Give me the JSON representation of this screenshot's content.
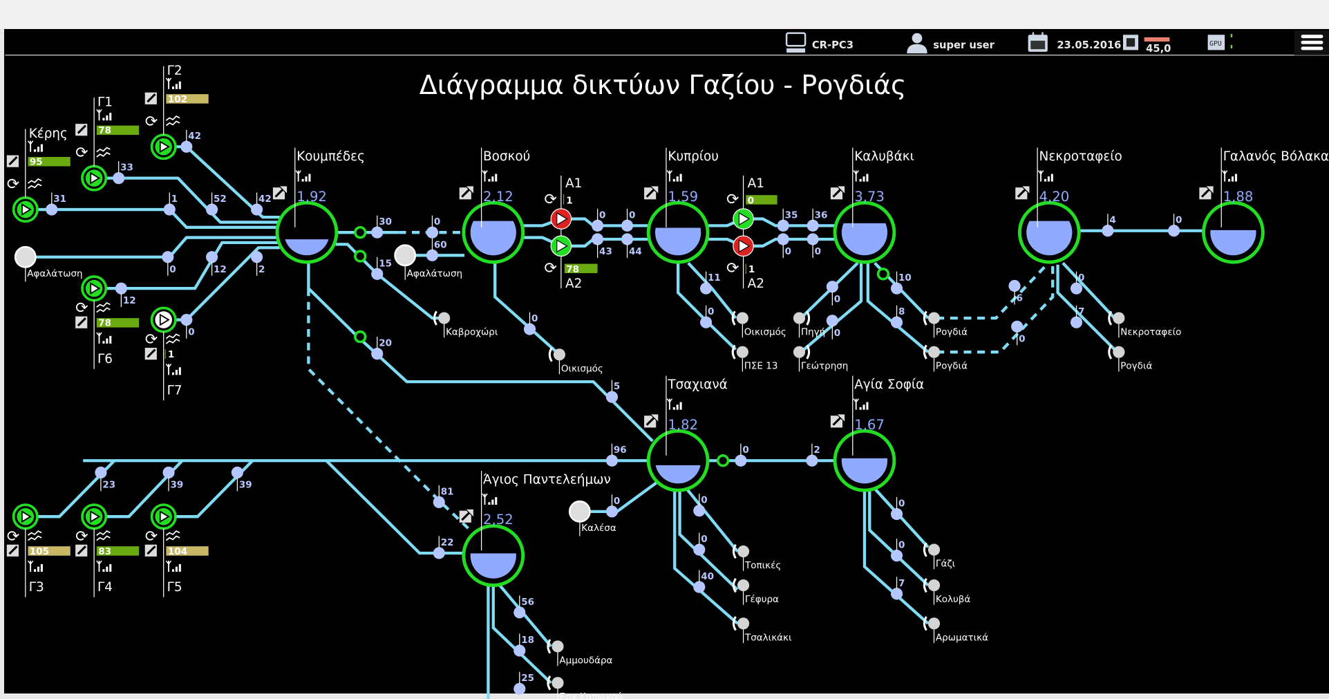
{
  "header": {
    "computer": "CR-PC3",
    "user": "super user",
    "date": "23.05.2016",
    "cpu_value": "45,0",
    "cpu_load": 0.85,
    "gpu_label": "GPU",
    "icons": [
      "computer-icon",
      "user-icon",
      "calendar-icon",
      "cpu-icon",
      "gpu-icon",
      "hamburger-menu-icon"
    ]
  },
  "title": "Διάγραμμα δικτύων Γαζίου - Ρογδιάς",
  "colors": {
    "pipe": "#7fdcf4",
    "tank_ok": "#22dd22",
    "water": "#8faaff",
    "bar_green": "#6aaa10",
    "bar_khaki": "#c8b866",
    "pump_on": "#22dd22",
    "pump_off": "#dd2222"
  },
  "tanks": [
    {
      "name": "Κουμπέδες",
      "level": "1,92",
      "fill": 0.35
    },
    {
      "name": "Βοσκού",
      "level": "2,12",
      "fill": 0.75
    },
    {
      "name": "Κυπρίου",
      "level": "1,59",
      "fill": 0.6
    },
    {
      "name": "Καλυβάκι",
      "level": "3,73",
      "fill": 0.7
    },
    {
      "name": "Νεκροταφείο",
      "level": "4,20",
      "fill": 0.75
    },
    {
      "name": "Γαλανός Βόλακας",
      "level": "1,88",
      "fill": 0.55
    },
    {
      "name": "Τσαχιανά",
      "level": "1,82",
      "fill": 0.4
    },
    {
      "name": "Αγία Σοφία",
      "level": "1,67",
      "fill": 0.55
    },
    {
      "name": "Άγιος Παντελεήμων",
      "level": "2,52",
      "fill": 0.55
    }
  ],
  "wells": [
    {
      "name": "Κέρης",
      "value": "95",
      "bar": "green",
      "flow": "31"
    },
    {
      "name": "Γ1",
      "value": "78",
      "bar": "green",
      "flow": "33"
    },
    {
      "name": "Γ2",
      "value": "102",
      "bar": "khaki",
      "flow": "42"
    },
    {
      "name": "Γ6",
      "value": "78",
      "bar": "green",
      "flow": "12"
    },
    {
      "name": "Γ7",
      "value": "1",
      "bar": "none",
      "flow": "0"
    },
    {
      "name": "Γ3",
      "value": "105",
      "bar": "khaki",
      "flow": "23"
    },
    {
      "name": "Γ4",
      "value": "83",
      "bar": "green",
      "flow": "39"
    },
    {
      "name": "Γ5",
      "value": "104",
      "bar": "khaki",
      "flow": "39"
    }
  ],
  "pumps_boskou": {
    "a1_label": "A1",
    "a1_value": "1",
    "a2_label": "A2",
    "a2_value": "78"
  },
  "pumps_kypriou": {
    "a1_label": "A1",
    "a1_value": "0",
    "a2_label": "A2",
    "a2_value": "1"
  },
  "sources": {
    "afalatosi_1": "Αφαλάτωση",
    "afalatosi_2": "Αφαλάτωση",
    "kalesa": "Καλέσα"
  },
  "flows": {
    "koumpedes_in": [
      "1",
      "52",
      "42",
      "0",
      "12",
      "2"
    ],
    "koumpedes_out_top": [
      "30",
      "0"
    ],
    "koumpedes_out_mid": "15",
    "afalatosi_to_boskou": "60",
    "koumpedes_to_tsaxiana": "20",
    "tsaxiana_in": "5",
    "boskou_oikismos": "0",
    "boskou_kypriou_top": [
      "0",
      "0"
    ],
    "boskou_kypriou_bot": [
      "43",
      "44"
    ],
    "kypriou_out": [
      "11",
      "0"
    ],
    "kypriou_kalyvaki_top": [
      "35",
      "36"
    ],
    "kypriou_kalyvaki_bot": [
      "0",
      "0"
    ],
    "kalyvaki_left": [
      "0",
      "0"
    ],
    "kalyvaki_right": [
      "10",
      "8"
    ],
    "rogdia_dash": [
      "6",
      "0"
    ],
    "nekrotafeio_out": [
      "0",
      "7"
    ],
    "nekro_galanos": [
      "4",
      "0"
    ],
    "bus": [
      "23",
      "39",
      "39",
      "96"
    ],
    "agpant_in": [
      "81",
      "22"
    ],
    "agpant_out": [
      "56",
      "18",
      "25"
    ],
    "kalesa": "0",
    "tsaxiana_out": [
      "0",
      "2"
    ],
    "tsaxiana_down": [
      "0",
      "0",
      "40"
    ],
    "agsofia_down": [
      "0",
      "0",
      "7"
    ]
  },
  "consumers": {
    "kavroxori": "Καβροχώρι",
    "boskou_oikismos": "Οικισμός",
    "kypriou_oikismos": "Οικισμός",
    "pse13": "ΠΣΕ 13",
    "pigi": "Πηγή",
    "geotrisi": "Γεώτρηση",
    "rogdia_1": "Ρογδιά",
    "rogdia_2": "Ρογδιά",
    "nekrotafeio": "Νεκροταφείο",
    "rogdia_3": "Ρογδιά",
    "topikes": "Τοπικές",
    "gefyra": "Γέφυρα",
    "tsalikaki": "Τσαλικάκι",
    "gazi": "Γάζι",
    "kolyva": "Κολυβά",
    "aromatika": "Αρωματικά",
    "ammoudara": "Αμμουδάρα",
    "ergou_kapnikou": "Εργ.Καπνικού"
  }
}
